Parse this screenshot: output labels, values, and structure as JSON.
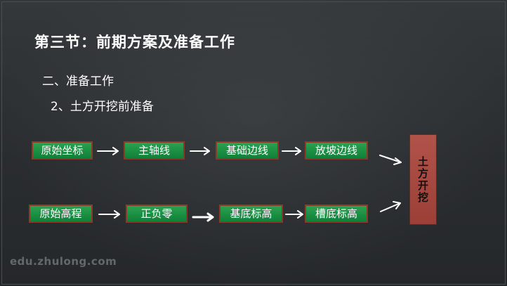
{
  "slide": {
    "title": "第三节：前期方案及准备工作",
    "subheading": "二、准备工作",
    "subsubheading": "2、土方开挖前准备"
  },
  "diagram": {
    "row1": [
      "原始坐标",
      "主轴线",
      "基础边线",
      "放坡边线"
    ],
    "row2": [
      "原始高程",
      "正负零",
      "基底标高",
      "槽底标高"
    ],
    "target": "土方开挖"
  },
  "watermark": "edu.zhulong.com",
  "colors": {
    "box_fill": "#17893f",
    "box_border": "#8b3a2a",
    "target_fill": "#a8483f",
    "arrow": "#ffffff"
  }
}
